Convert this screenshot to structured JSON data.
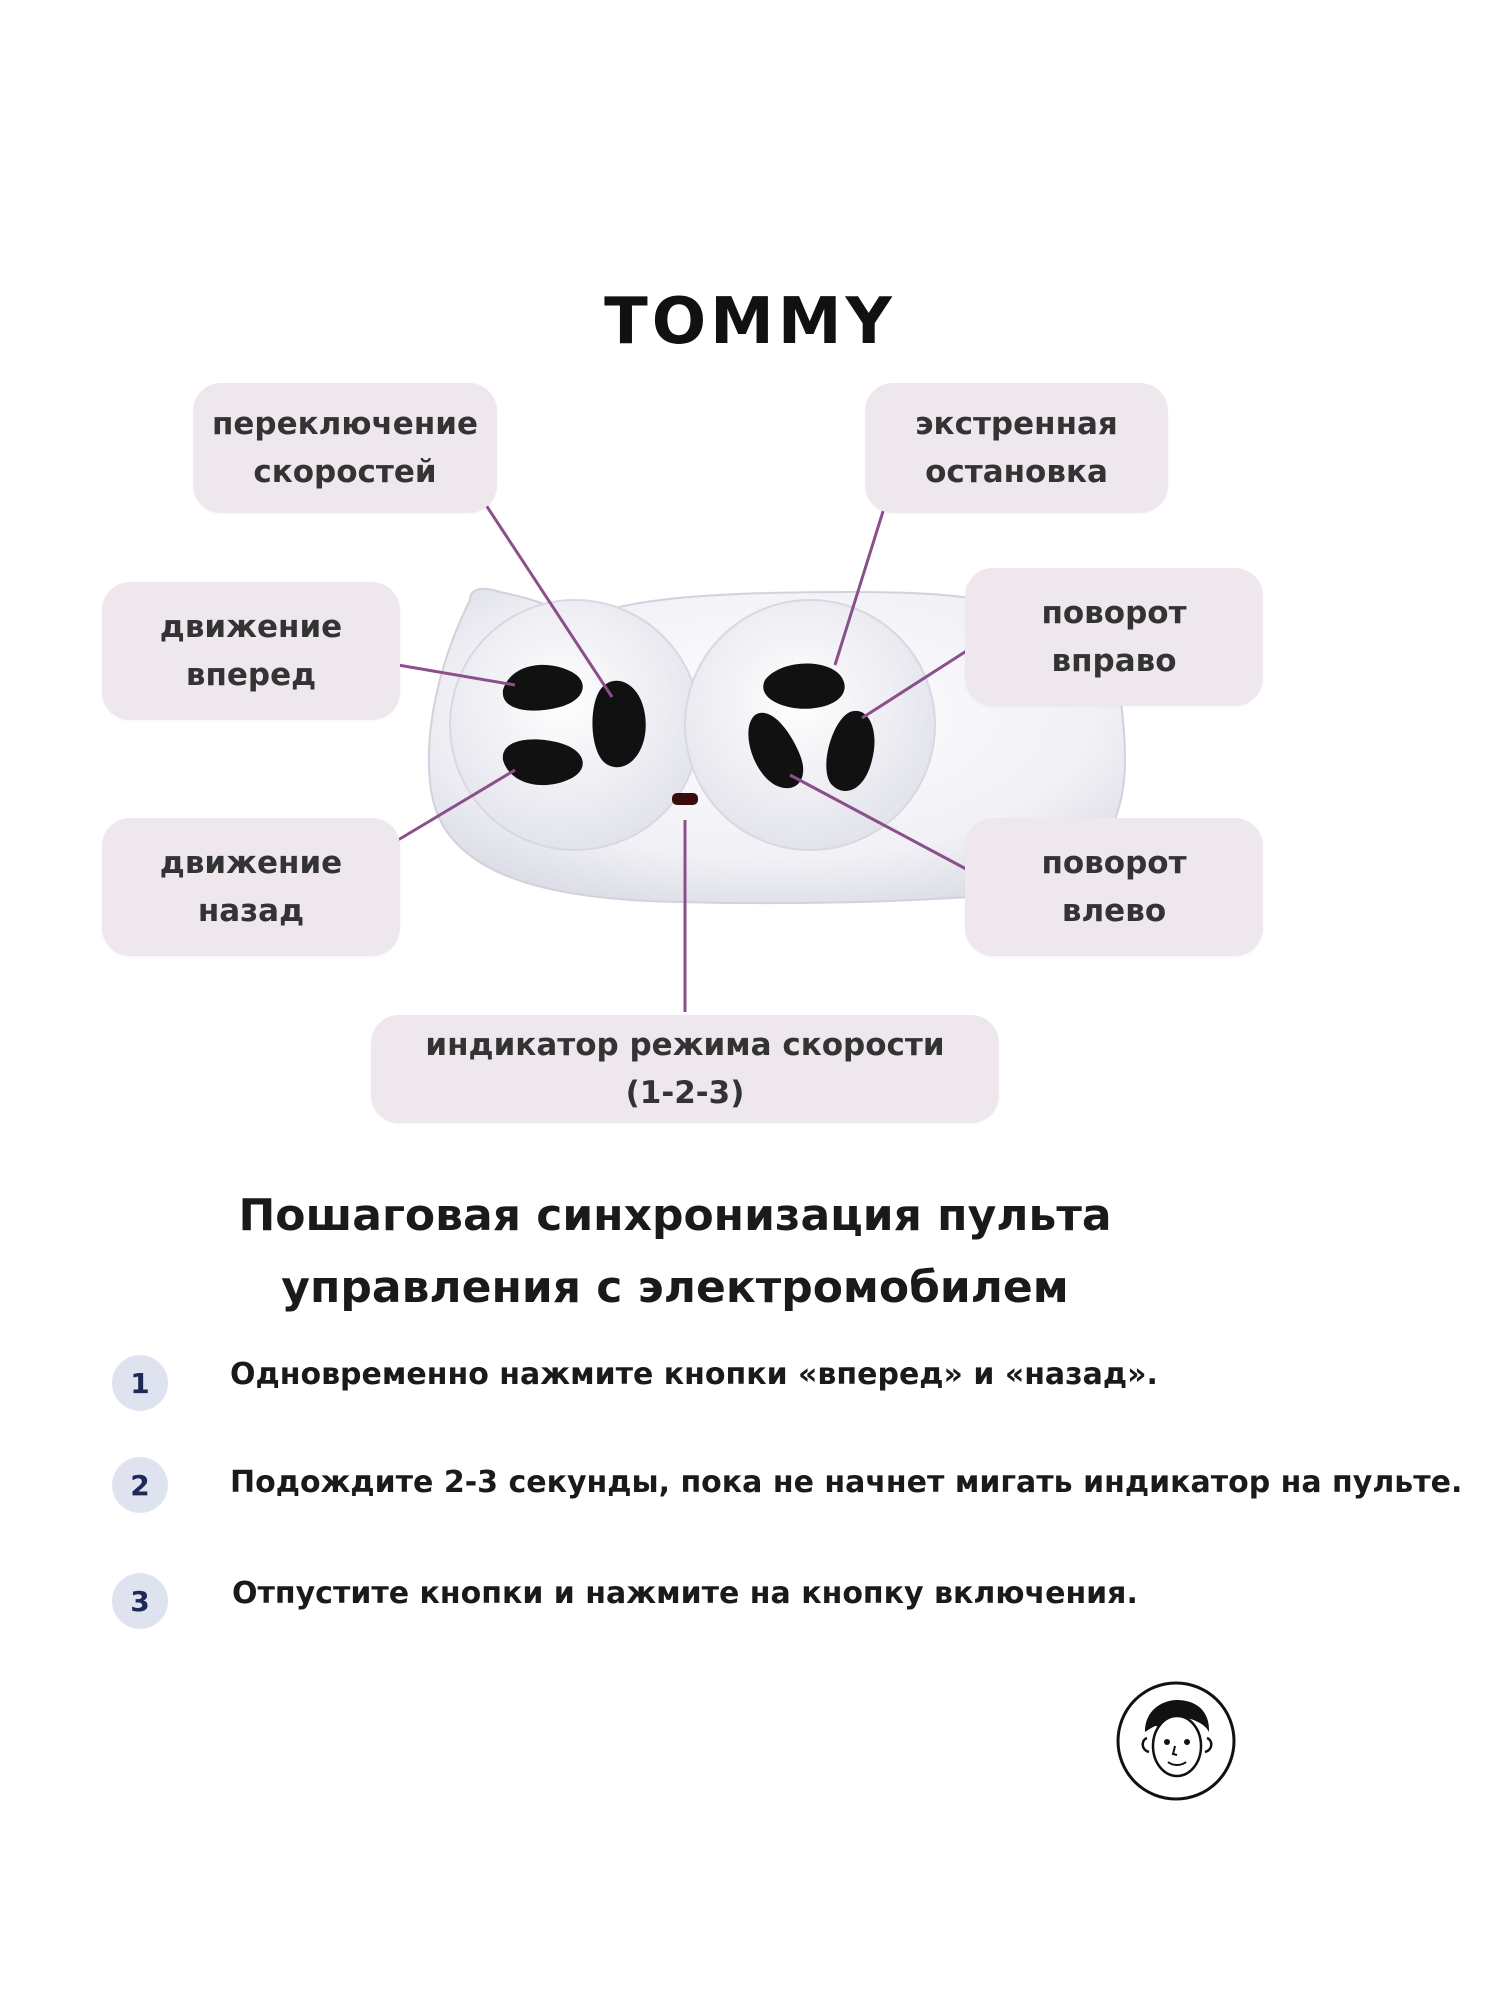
{
  "brand": "TOMMY",
  "labels": {
    "speed_switch": [
      "переключение",
      "скоростей"
    ],
    "emergency_stop": [
      "экстренная",
      "остановка"
    ],
    "forward": [
      "движение",
      "вперед"
    ],
    "turn_right": [
      "поворот",
      "вправо"
    ],
    "backward": [
      "движение",
      "назад"
    ],
    "turn_left": [
      "поворот",
      "влево"
    ],
    "speed_indicator": [
      "индикатор режима скорости",
      "(1-2-3)"
    ]
  },
  "heading": [
    "Пошаговая синхронизация пульта",
    "управления с электромобилем"
  ],
  "steps": [
    {
      "num": "1",
      "text": "Одновременно нажмите кнопки «вперед» и «назад»."
    },
    {
      "num": "2",
      "text": "Подождите 2-3 секунды, пока не начнет мигать индикатор на пульте."
    },
    {
      "num": "3",
      "text": "Отпустите кнопки и нажмите на кнопку включения."
    }
  ],
  "colors": {
    "label_bg": "#efe7ee",
    "connector": "#8b4f8b",
    "step_badge": "#dfe3f0",
    "remote_body": "#f4f4f8",
    "button": "#111111"
  },
  "icons": {
    "remote": "remote-control-illustration",
    "logo": "face-logo-icon"
  }
}
